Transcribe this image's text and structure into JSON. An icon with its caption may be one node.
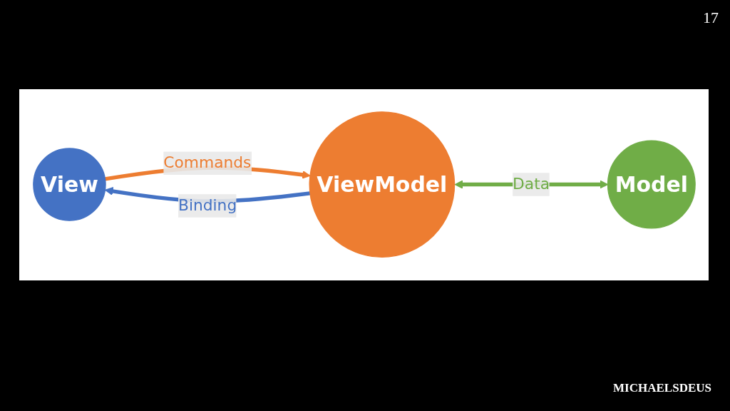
{
  "diagram": {
    "nodes": [
      {
        "text": [
          "View"
        ]
      },
      {
        "text": [
          "ViewModel"
        ]
      },
      {
        "text": [
          "Model"
        ]
      }
    ],
    "edges": [
      {
        "from": 0,
        "to": 1,
        "arrow": "to",
        "label": "Commands",
        "color": "#ed7d31"
      },
      {
        "from": 1,
        "to": 0,
        "arrow": "to",
        "label": "Binding",
        "color": "#4472c4"
      },
      {
        "from": 1,
        "to": 2,
        "arrow": "both",
        "label": "Data",
        "color": "#70ad47"
      }
    ],
    "labels": [
      "17",
      "MICHAELSDEUS"
    ]
  }
}
